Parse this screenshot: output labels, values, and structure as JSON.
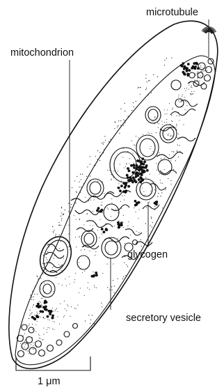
{
  "labels": {
    "microtubule": "microtubule",
    "mitochondrion": "mitochondrion",
    "glycogen": "glycogen",
    "secretory_vesicle": "secretory vesicle"
  },
  "scale_bar": {
    "label": "1 μm",
    "value_um": 1
  },
  "colors": {
    "ink": "#111111",
    "background": "#ffffff"
  }
}
